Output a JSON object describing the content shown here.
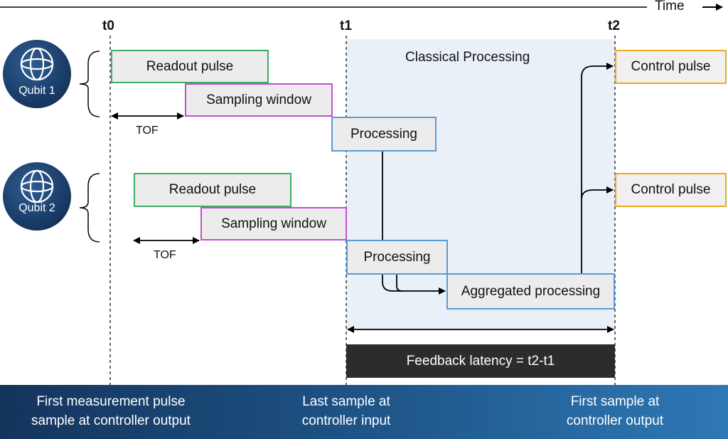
{
  "header": {
    "time_label": "Time"
  },
  "markers": {
    "t0": "t0",
    "t1": "t1",
    "t2": "t2"
  },
  "region": {
    "title": "Classical Processing"
  },
  "qubits": [
    {
      "label": "Qubit 1"
    },
    {
      "label": "Qubit 2"
    }
  ],
  "qubit1": {
    "readout": "Readout pulse",
    "sampling": "Sampling window",
    "tof": "TOF",
    "processing": "Processing",
    "control": "Control pulse"
  },
  "qubit2": {
    "readout": "Readout pulse",
    "sampling": "Sampling window",
    "tof": "TOF",
    "processing": "Processing",
    "control": "Control pulse"
  },
  "aggregated": "Aggregated processing",
  "latency": "Feedback latency = t2-t1",
  "footer": {
    "left": [
      "First measurement pulse",
      "sample at controller output"
    ],
    "middle": [
      "Last sample at",
      "controller input"
    ],
    "right": [
      "First sample at",
      "controller output"
    ]
  },
  "colors": {
    "readout": "#3fae63",
    "sampling": "#c24fd0",
    "processing": "#5b9bd5",
    "control": "#f2a71d",
    "region": "#e9f0f8",
    "footer": "#1e5487"
  },
  "icons": {
    "qubit": "bloch-sphere-icon"
  }
}
